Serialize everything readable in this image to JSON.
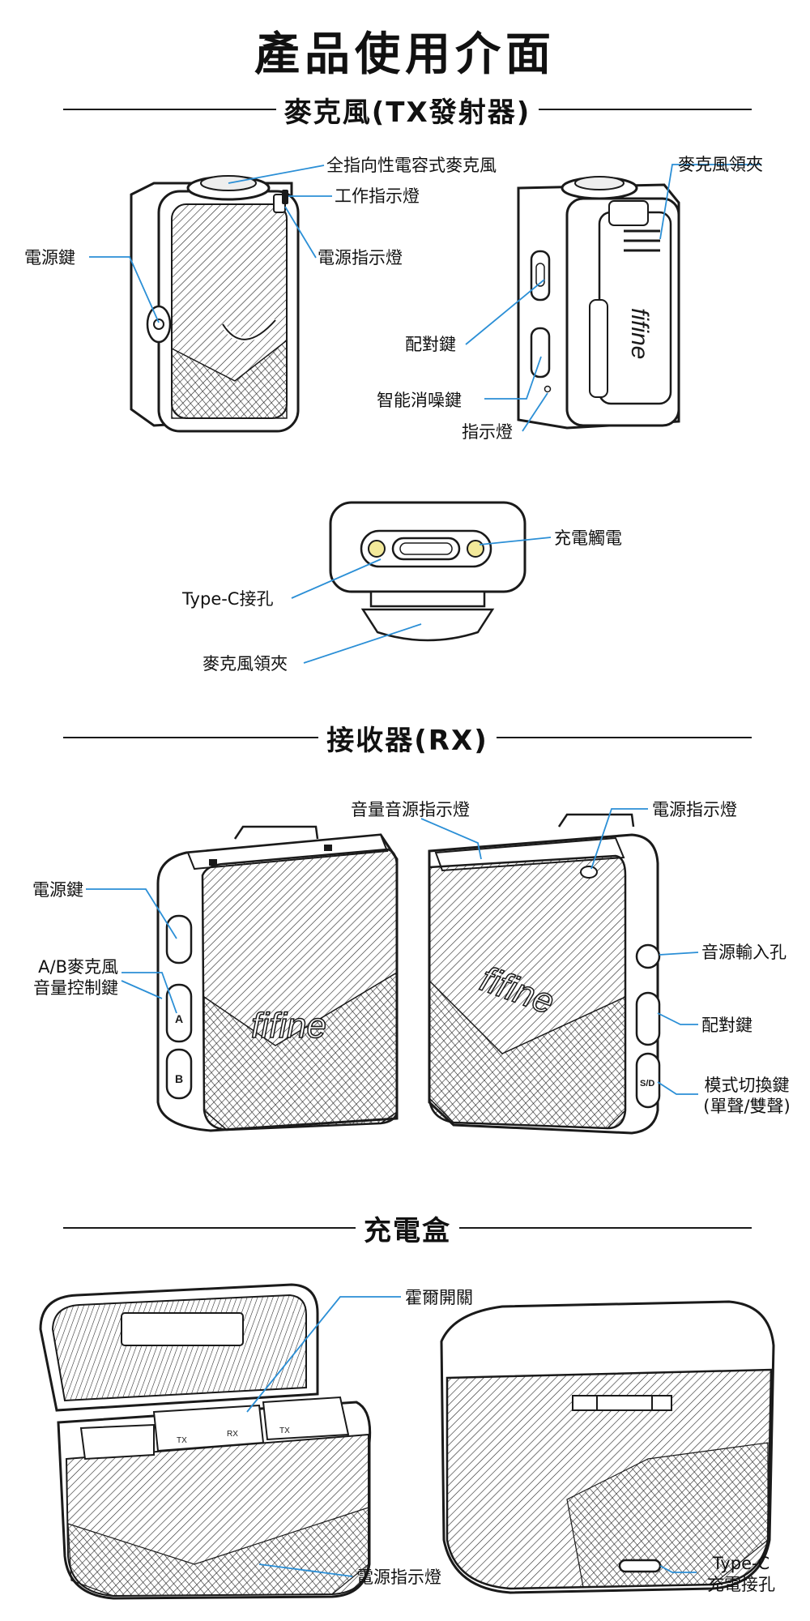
{
  "page_title": "產品使用介面",
  "sections": {
    "tx": "麥克風(TX發射器)",
    "rx": "接收器(RX)",
    "case": "充電盒"
  },
  "tx_labels": {
    "omni_mic": "全指向性電容式麥克風",
    "work_indicator": "工作指示燈",
    "power_indicator": "電源指示燈",
    "power_key": "電源鍵",
    "mic_clip": "麥克風領夾",
    "pair_key": "配對鍵",
    "noise_cancel_key": "智能消噪鍵",
    "indicator": "指示燈",
    "charging_contacts": "充電觸電",
    "typec_port": "Type-C接孔",
    "mic_clip_bottom": "麥克風領夾"
  },
  "rx_labels": {
    "volume_source_indicator": "音量音源指示燈",
    "power_indicator": "電源指示燈",
    "power_key": "電源鍵",
    "ab_volume_line1": "A/B麥克風",
    "ab_volume_line2": "音量控制鍵",
    "audio_input": "音源輸入孔",
    "pair_key": "配對鍵",
    "mode_switch_line1": "模式切換鍵",
    "mode_switch_line2": "(單聲/雙聲)"
  },
  "case_labels": {
    "hall_switch": "霍爾開關",
    "power_indicator": "電源指示燈",
    "typec_line1": "Type-C",
    "typec_line2": "充電接孔"
  },
  "device_text": {
    "brand": "fifine",
    "slot_tx": "TX",
    "slot_rx": "RX",
    "rx_button_a": "A",
    "rx_button_b": "B",
    "rx_button_mode": "S/D"
  },
  "colors": {
    "leader_line": "#2b8fd6",
    "outline": "#1a1a1a"
  }
}
